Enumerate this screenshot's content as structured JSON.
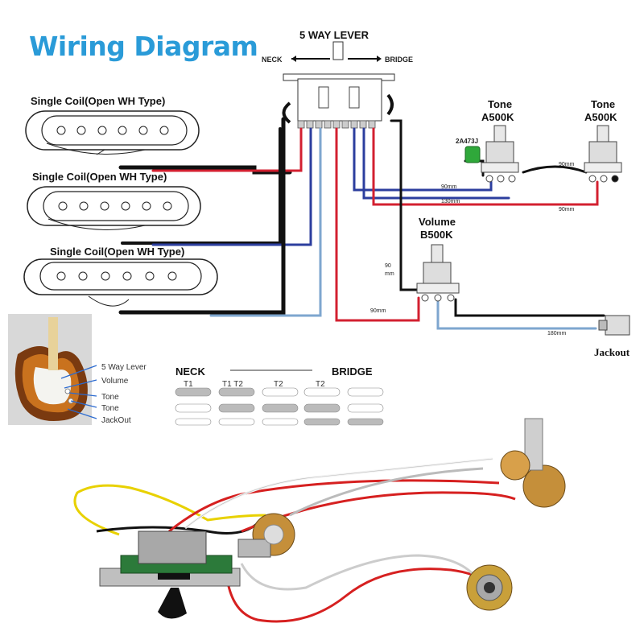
{
  "title": "Wiring Diagram",
  "switch": {
    "label": "5 WAY LEVER",
    "neck": "NECK",
    "bridge": "BRIDGE"
  },
  "pickups": [
    {
      "label": "Single Coil(Open WH Type)"
    },
    {
      "label": "Single Coil(Open WH Type)"
    },
    {
      "label": "Single Coil(Open WH Type)"
    }
  ],
  "tone1": {
    "name": "Tone",
    "value": "A500K"
  },
  "tone2": {
    "name": "Tone",
    "value": "A500K"
  },
  "volume": {
    "name": "Volume",
    "value": "B500K"
  },
  "capacitor": "2A473J",
  "jack": "Jackout",
  "wire_lengths": {
    "w90_top": "90mm",
    "w130": "130mm",
    "w90_tone": "90mm",
    "w90_tone_red": "90mm",
    "w90_vol": "90",
    "w90_vol_unit": "mm",
    "w90_bottom": "90mm",
    "w180": "180mm"
  },
  "guitar_legend": [
    "5 Way Lever",
    "Volume",
    "Tone",
    "Tone",
    "JackOut"
  ],
  "positions": {
    "neck": "NECK",
    "bridge": "BRIDGE",
    "labels": [
      "T1",
      "T1  T2",
      "T2",
      "T2"
    ]
  },
  "colors": {
    "title": "#2a9bd8",
    "red_wire": "#d32030",
    "blue_wire": "#2c3e9e",
    "lightblue_wire": "#7ea6cf",
    "black_wire": "#111111",
    "cap_green": "#2fa83a"
  }
}
